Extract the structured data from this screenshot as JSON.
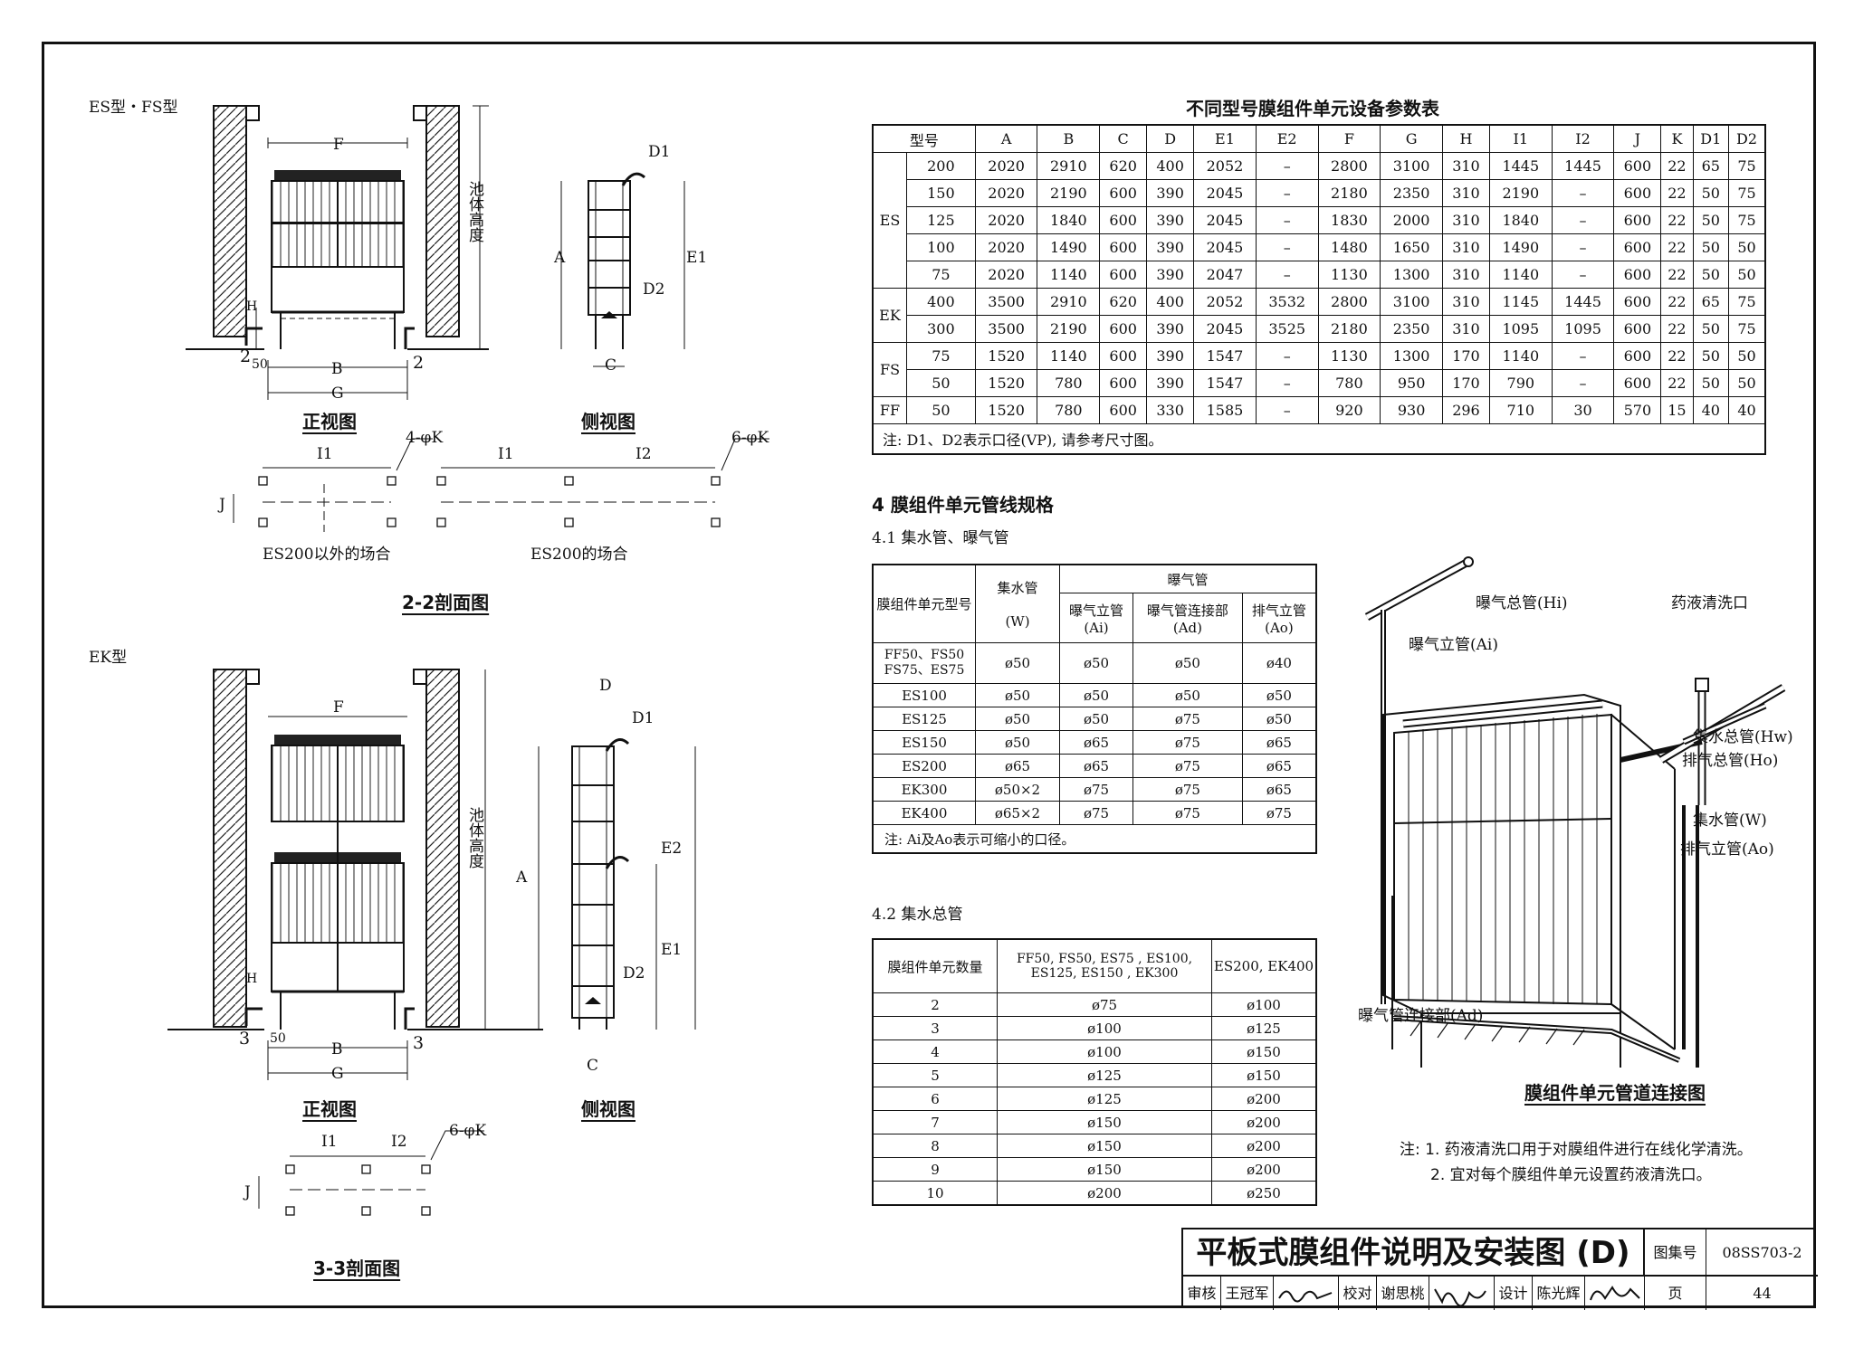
{
  "left": {
    "es_fs_label": "ES型・FS型",
    "ek_label": "EK型",
    "front_view": "正视图",
    "side_view": "侧视图",
    "pool_height": "池体高度",
    "section_2": "2-2剖面图",
    "section_3": "3-3剖面图",
    "case_other": "ES200以外的场合",
    "case_es200": "ES200的场合",
    "holes_4k": "4-φK",
    "holes_6k": "6-φK",
    "dims": {
      "F": "F",
      "B": "B",
      "G": "G",
      "H": "H",
      "A": "A",
      "C": "C",
      "D": "D",
      "E1": "E1",
      "E2": "E2",
      "D1": "D1",
      "D2": "D2",
      "I1": "I1",
      "I2": "I2",
      "J": "J",
      "n50": "50",
      "n2": "2",
      "n3": "3"
    }
  },
  "params_table": {
    "title": "不同型号膜组件单元设备参数表",
    "headers": [
      "型号",
      "A",
      "B",
      "C",
      "D",
      "E1",
      "E2",
      "F",
      "G",
      "H",
      "I1",
      "I2",
      "J",
      "K",
      "D1",
      "D2"
    ],
    "groups": [
      {
        "type": "ES",
        "rows": [
          [
            "200",
            "2020",
            "2910",
            "620",
            "400",
            "2052",
            "–",
            "2800",
            "3100",
            "310",
            "1445",
            "1445",
            "600",
            "22",
            "65",
            "75"
          ],
          [
            "150",
            "2020",
            "2190",
            "600",
            "390",
            "2045",
            "–",
            "2180",
            "2350",
            "310",
            "2190",
            "–",
            "600",
            "22",
            "50",
            "75"
          ],
          [
            "125",
            "2020",
            "1840",
            "600",
            "390",
            "2045",
            "–",
            "1830",
            "2000",
            "310",
            "1840",
            "–",
            "600",
            "22",
            "50",
            "75"
          ],
          [
            "100",
            "2020",
            "1490",
            "600",
            "390",
            "2045",
            "–",
            "1480",
            "1650",
            "310",
            "1490",
            "–",
            "600",
            "22",
            "50",
            "50"
          ],
          [
            "75",
            "2020",
            "1140",
            "600",
            "390",
            "2047",
            "–",
            "1130",
            "1300",
            "310",
            "1140",
            "–",
            "600",
            "22",
            "50",
            "50"
          ]
        ]
      },
      {
        "type": "EK",
        "rows": [
          [
            "400",
            "3500",
            "2910",
            "620",
            "400",
            "2052",
            "3532",
            "2800",
            "3100",
            "310",
            "1145",
            "1445",
            "600",
            "22",
            "65",
            "75"
          ],
          [
            "300",
            "3500",
            "2190",
            "600",
            "390",
            "2045",
            "3525",
            "2180",
            "2350",
            "310",
            "1095",
            "1095",
            "600",
            "22",
            "50",
            "75"
          ]
        ]
      },
      {
        "type": "FS",
        "rows": [
          [
            "75",
            "1520",
            "1140",
            "600",
            "390",
            "1547",
            "–",
            "1130",
            "1300",
            "170",
            "1140",
            "–",
            "600",
            "22",
            "50",
            "50"
          ],
          [
            "50",
            "1520",
            "780",
            "600",
            "390",
            "1547",
            "–",
            "780",
            "950",
            "170",
            "790",
            "–",
            "600",
            "22",
            "50",
            "50"
          ]
        ]
      },
      {
        "type": "FF",
        "rows": [
          [
            "50",
            "1520",
            "780",
            "600",
            "330",
            "1585",
            "–",
            "920",
            "930",
            "296",
            "710",
            "30",
            "570",
            "15",
            "40",
            "40"
          ]
        ]
      }
    ],
    "note": "注: D1、D2表示口径(VP), 请参考尺寸图。"
  },
  "section4": {
    "heading": "4    膜组件单元管线规格",
    "sub41": "4.1 集水管、曝气管",
    "sub42": "4.2 集水总管"
  },
  "pipe_table": {
    "col_model": "膜组件单元型号",
    "col_collect": "集水管",
    "col_collect_sym": "(W)",
    "col_aeration": "曝气管",
    "col_ai": "曝气立管",
    "col_ai_sym": "(Ai)",
    "col_ad": "曝气管连接部",
    "col_ad_sym": "(Ad)",
    "col_ao": "排气立管",
    "col_ao_sym": "(Ao)",
    "first_model_1": "FF50、FS50",
    "first_model_2": "FS75、ES75",
    "first_values": [
      "ø50",
      "ø50",
      "ø50",
      "ø40"
    ],
    "rows": [
      [
        "ES100",
        "ø50",
        "ø50",
        "ø50",
        "ø50"
      ],
      [
        "ES125",
        "ø50",
        "ø50",
        "ø75",
        "ø50"
      ],
      [
        "ES150",
        "ø50",
        "ø65",
        "ø75",
        "ø65"
      ],
      [
        "ES200",
        "ø65",
        "ø65",
        "ø75",
        "ø65"
      ],
      [
        "EK300",
        "ø50×2",
        "ø75",
        "ø75",
        "ø65"
      ],
      [
        "EK400",
        "ø65×2",
        "ø75",
        "ø75",
        "ø75"
      ]
    ],
    "note": "注: Ai及Ao表示可缩小的口径。"
  },
  "header_table": {
    "col_count": "膜组件单元数量",
    "col_a_1": "FF50, FS50, ES75 , ES100,",
    "col_a_2": "ES125, ES150 , EK300",
    "col_b": "ES200, EK400",
    "rows": [
      [
        "2",
        "ø75",
        "ø100"
      ],
      [
        "3",
        "ø100",
        "ø125"
      ],
      [
        "4",
        "ø100",
        "ø150"
      ],
      [
        "5",
        "ø125",
        "ø150"
      ],
      [
        "6",
        "ø125",
        "ø200"
      ],
      [
        "7",
        "ø150",
        "ø200"
      ],
      [
        "8",
        "ø150",
        "ø200"
      ],
      [
        "9",
        "ø150",
        "ø200"
      ],
      [
        "10",
        "ø200",
        "ø250"
      ]
    ]
  },
  "connection_diagram": {
    "title": "膜组件单元管道连接图",
    "labels": {
      "hi": "曝气总管(Hi)",
      "ai": "曝气立管(Ai)",
      "clean": "药液清洗口",
      "hw": "集水总管(Hw)",
      "ho": "排气总管(Ho)",
      "w": "集水管(W)",
      "ao": "排气立管(Ao)",
      "ad": "曝气管连接部(Ad)"
    }
  },
  "notes": {
    "line1": "注: 1. 药液清洗口用于对膜组件进行在线化学清洗。",
    "line2": "2. 宜对每个膜组件单元设置药液清洗口。"
  },
  "title_block": {
    "title": "平板式膜组件说明及安装图 (D)",
    "atlas_label": "图集号",
    "atlas_no": "08SS703-2",
    "review_label": "审核",
    "reviewer": "王冠军",
    "check_label": "校对",
    "checker": "谢思桃",
    "design_label": "设计",
    "designer": "陈光辉",
    "page_label": "页",
    "page_no": "44"
  }
}
